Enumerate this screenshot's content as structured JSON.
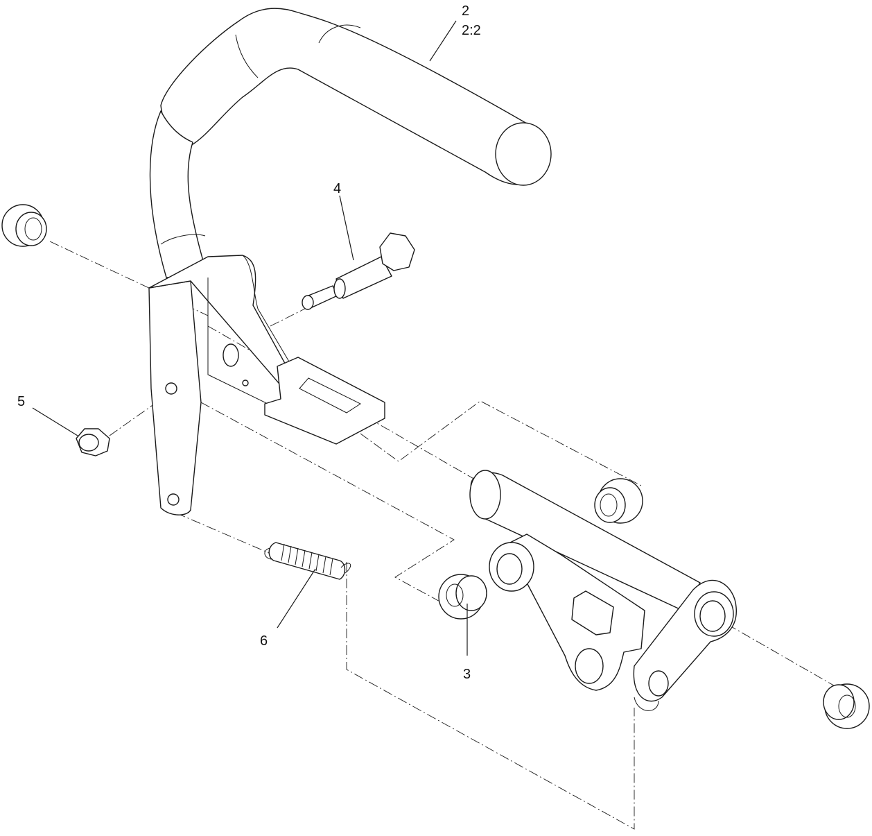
{
  "callouts": {
    "part_2": "2",
    "part_2_qty": "2:2",
    "part_3": "3",
    "part_4": "4",
    "part_5": "5",
    "part_6": "6"
  }
}
